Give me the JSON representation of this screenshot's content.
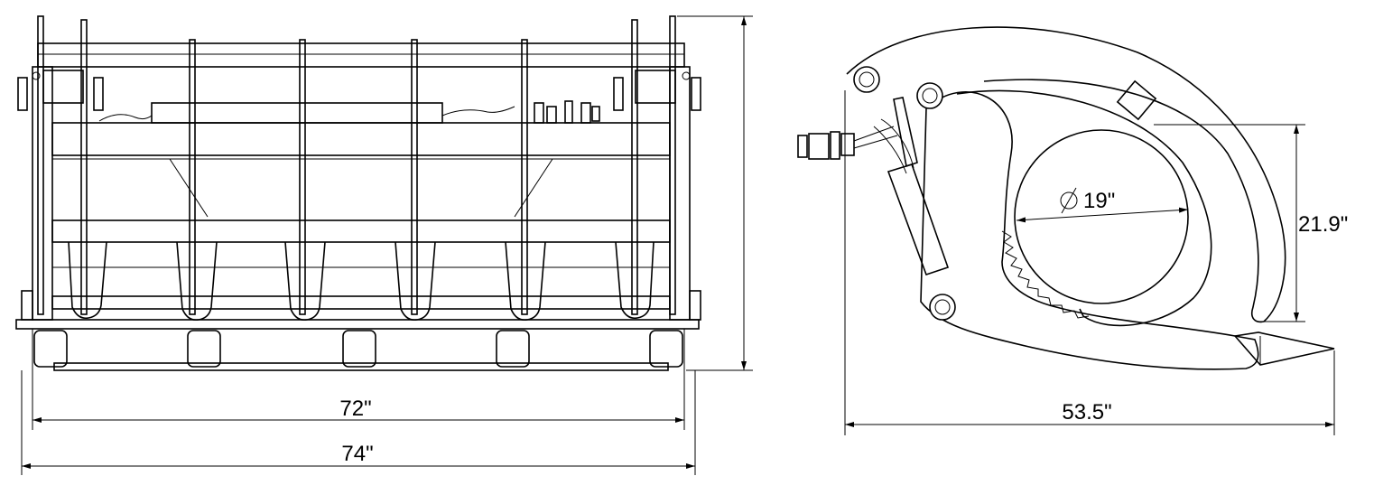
{
  "dimensions": {
    "inner_width": "72\"",
    "outer_width": "74\"",
    "side_length": "53.5\"",
    "height_21_9": "21.9\"",
    "diameter": "19\"",
    "diameter_symbol": "ϕ"
  },
  "colors": {
    "line": "#000000",
    "background": "#ffffff"
  }
}
